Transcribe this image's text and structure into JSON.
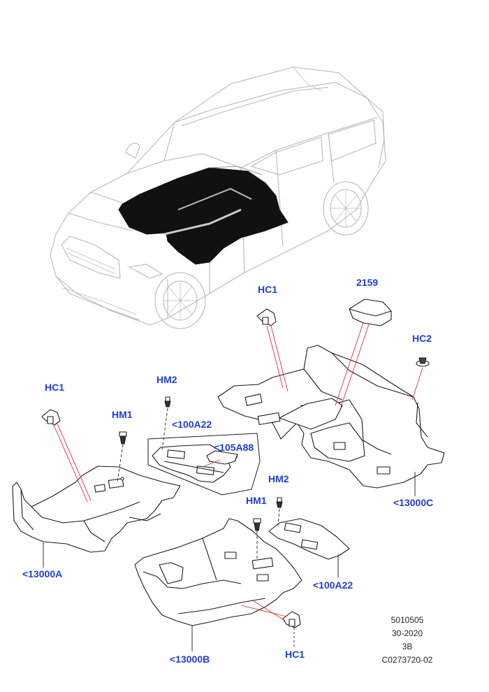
{
  "callouts": {
    "hc1_top": "HC1",
    "p2159": "2159",
    "hc2": "HC2",
    "hm2_mid": "HM2",
    "hc1_left": "HC1",
    "hm1_left": "HM1",
    "p100a22_top": "<100A22",
    "p105a88": "<105A88",
    "hm2_right": "HM2",
    "hm1_mid": "HM1",
    "p13000a": "<13000A",
    "p13000c": "<13000C",
    "p100a22_bottom": "<100A22",
    "p13000b": "<13000B",
    "hc1_bottom": "HC1"
  },
  "footer": {
    "line1": "5010505",
    "line2": "30-2020",
    "line3": "3B",
    "line4": "C0273720-02"
  },
  "colors": {
    "callout_text": "#1f3fd1",
    "leader_line": "#e0303a",
    "outline": "#1a1a1a",
    "car_outline": "#b8b8b8",
    "carpet_fill": "#111111"
  }
}
